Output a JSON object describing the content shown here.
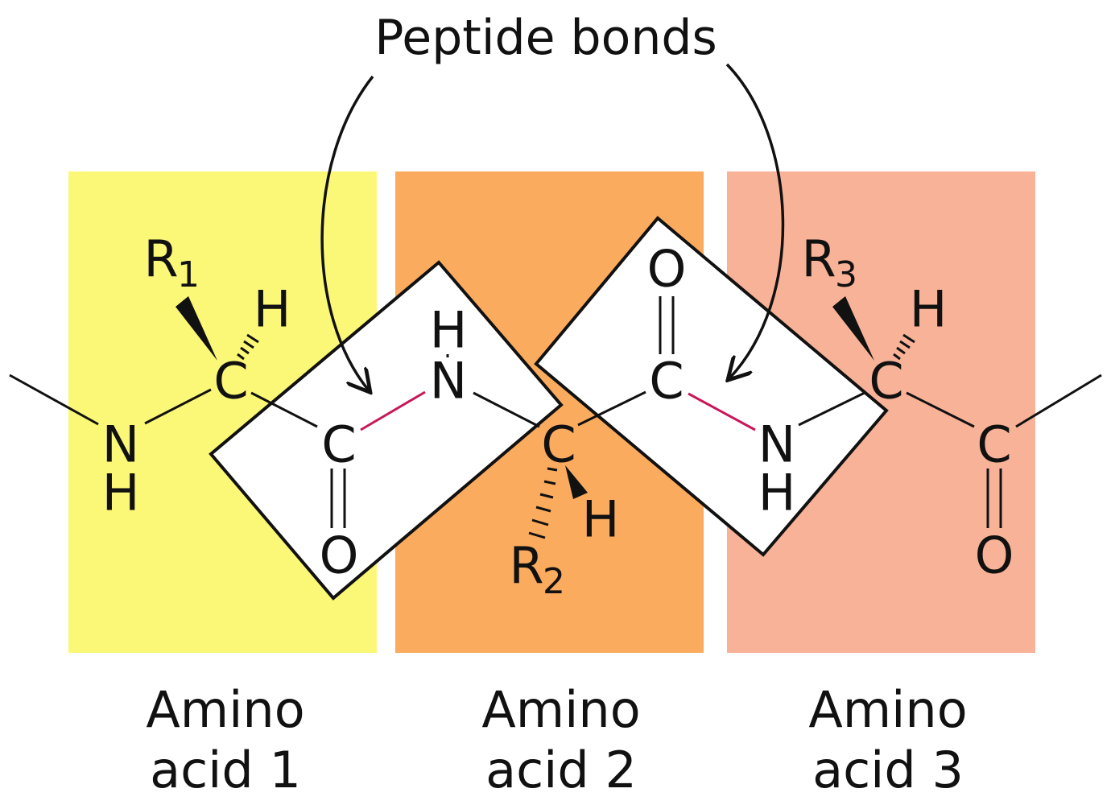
{
  "title": "Peptide bonds",
  "colors": {
    "residue_1": "#fcf877",
    "residue_2": "#fbab5e",
    "residue_3": "#f8b298",
    "peptide_bond": "#c8185a",
    "ink": "#111111"
  },
  "residues": [
    {
      "line1": "Amino",
      "line2": "acid 1",
      "side_chain_letter": "R",
      "side_chain_index": "1"
    },
    {
      "line1": "Amino",
      "line2": "acid 2",
      "side_chain_letter": "R",
      "side_chain_index": "2"
    },
    {
      "line1": "Amino",
      "line2": "acid 3",
      "side_chain_letter": "R",
      "side_chain_index": "3"
    }
  ],
  "atoms": {
    "nitrogen": "N",
    "carbon": "C",
    "hydrogen": "H",
    "oxygen": "O"
  }
}
